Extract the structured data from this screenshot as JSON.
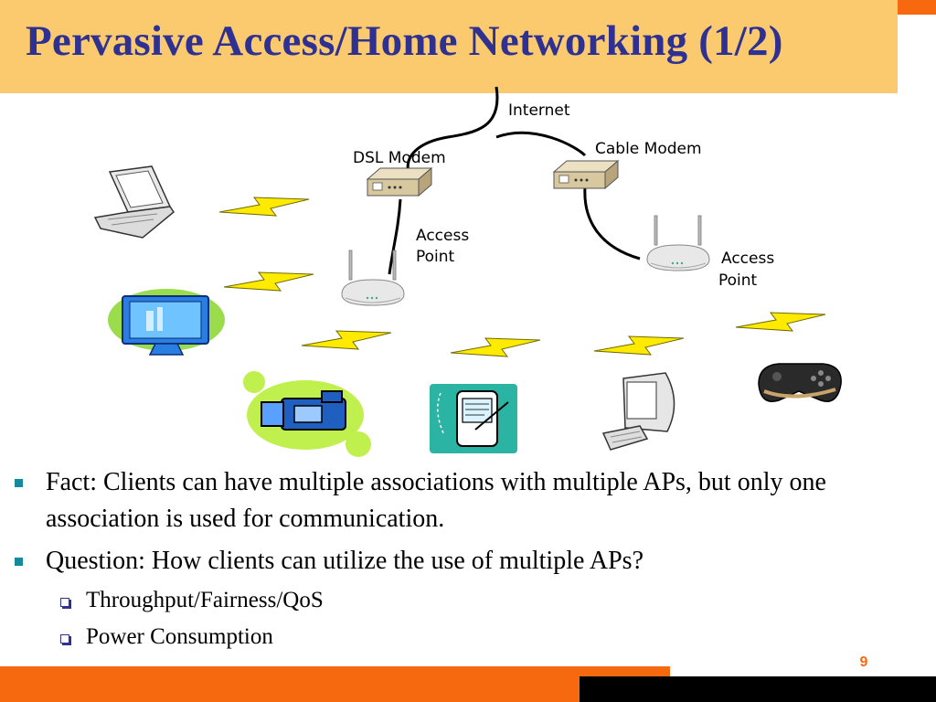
{
  "slide": {
    "title": "Pervasive Access/Home Networking (1/2)",
    "page_number": "9"
  },
  "diagram": {
    "labels": {
      "internet": "Internet",
      "dsl_modem": "DSL Modem",
      "cable_modem": "Cable Modem",
      "access_point_left": [
        "Access",
        "Point"
      ],
      "access_point_right": [
        "Access",
        "Point"
      ]
    }
  },
  "bullets": [
    {
      "text": "Fact: Clients can have multiple associations with multiple APs, but only one association is used for communication.",
      "children": []
    },
    {
      "text": "Question: How clients can utilize the use of multiple APs?",
      "children": [
        "Throughput/Fairness/QoS",
        "Power Consumption"
      ]
    }
  ],
  "colors": {
    "title": "#2e3192",
    "title_band": "#fbca6e",
    "accent_orange": "#f7690e",
    "bullet_teal": "#148a9e",
    "lightning": "#ffea00"
  }
}
